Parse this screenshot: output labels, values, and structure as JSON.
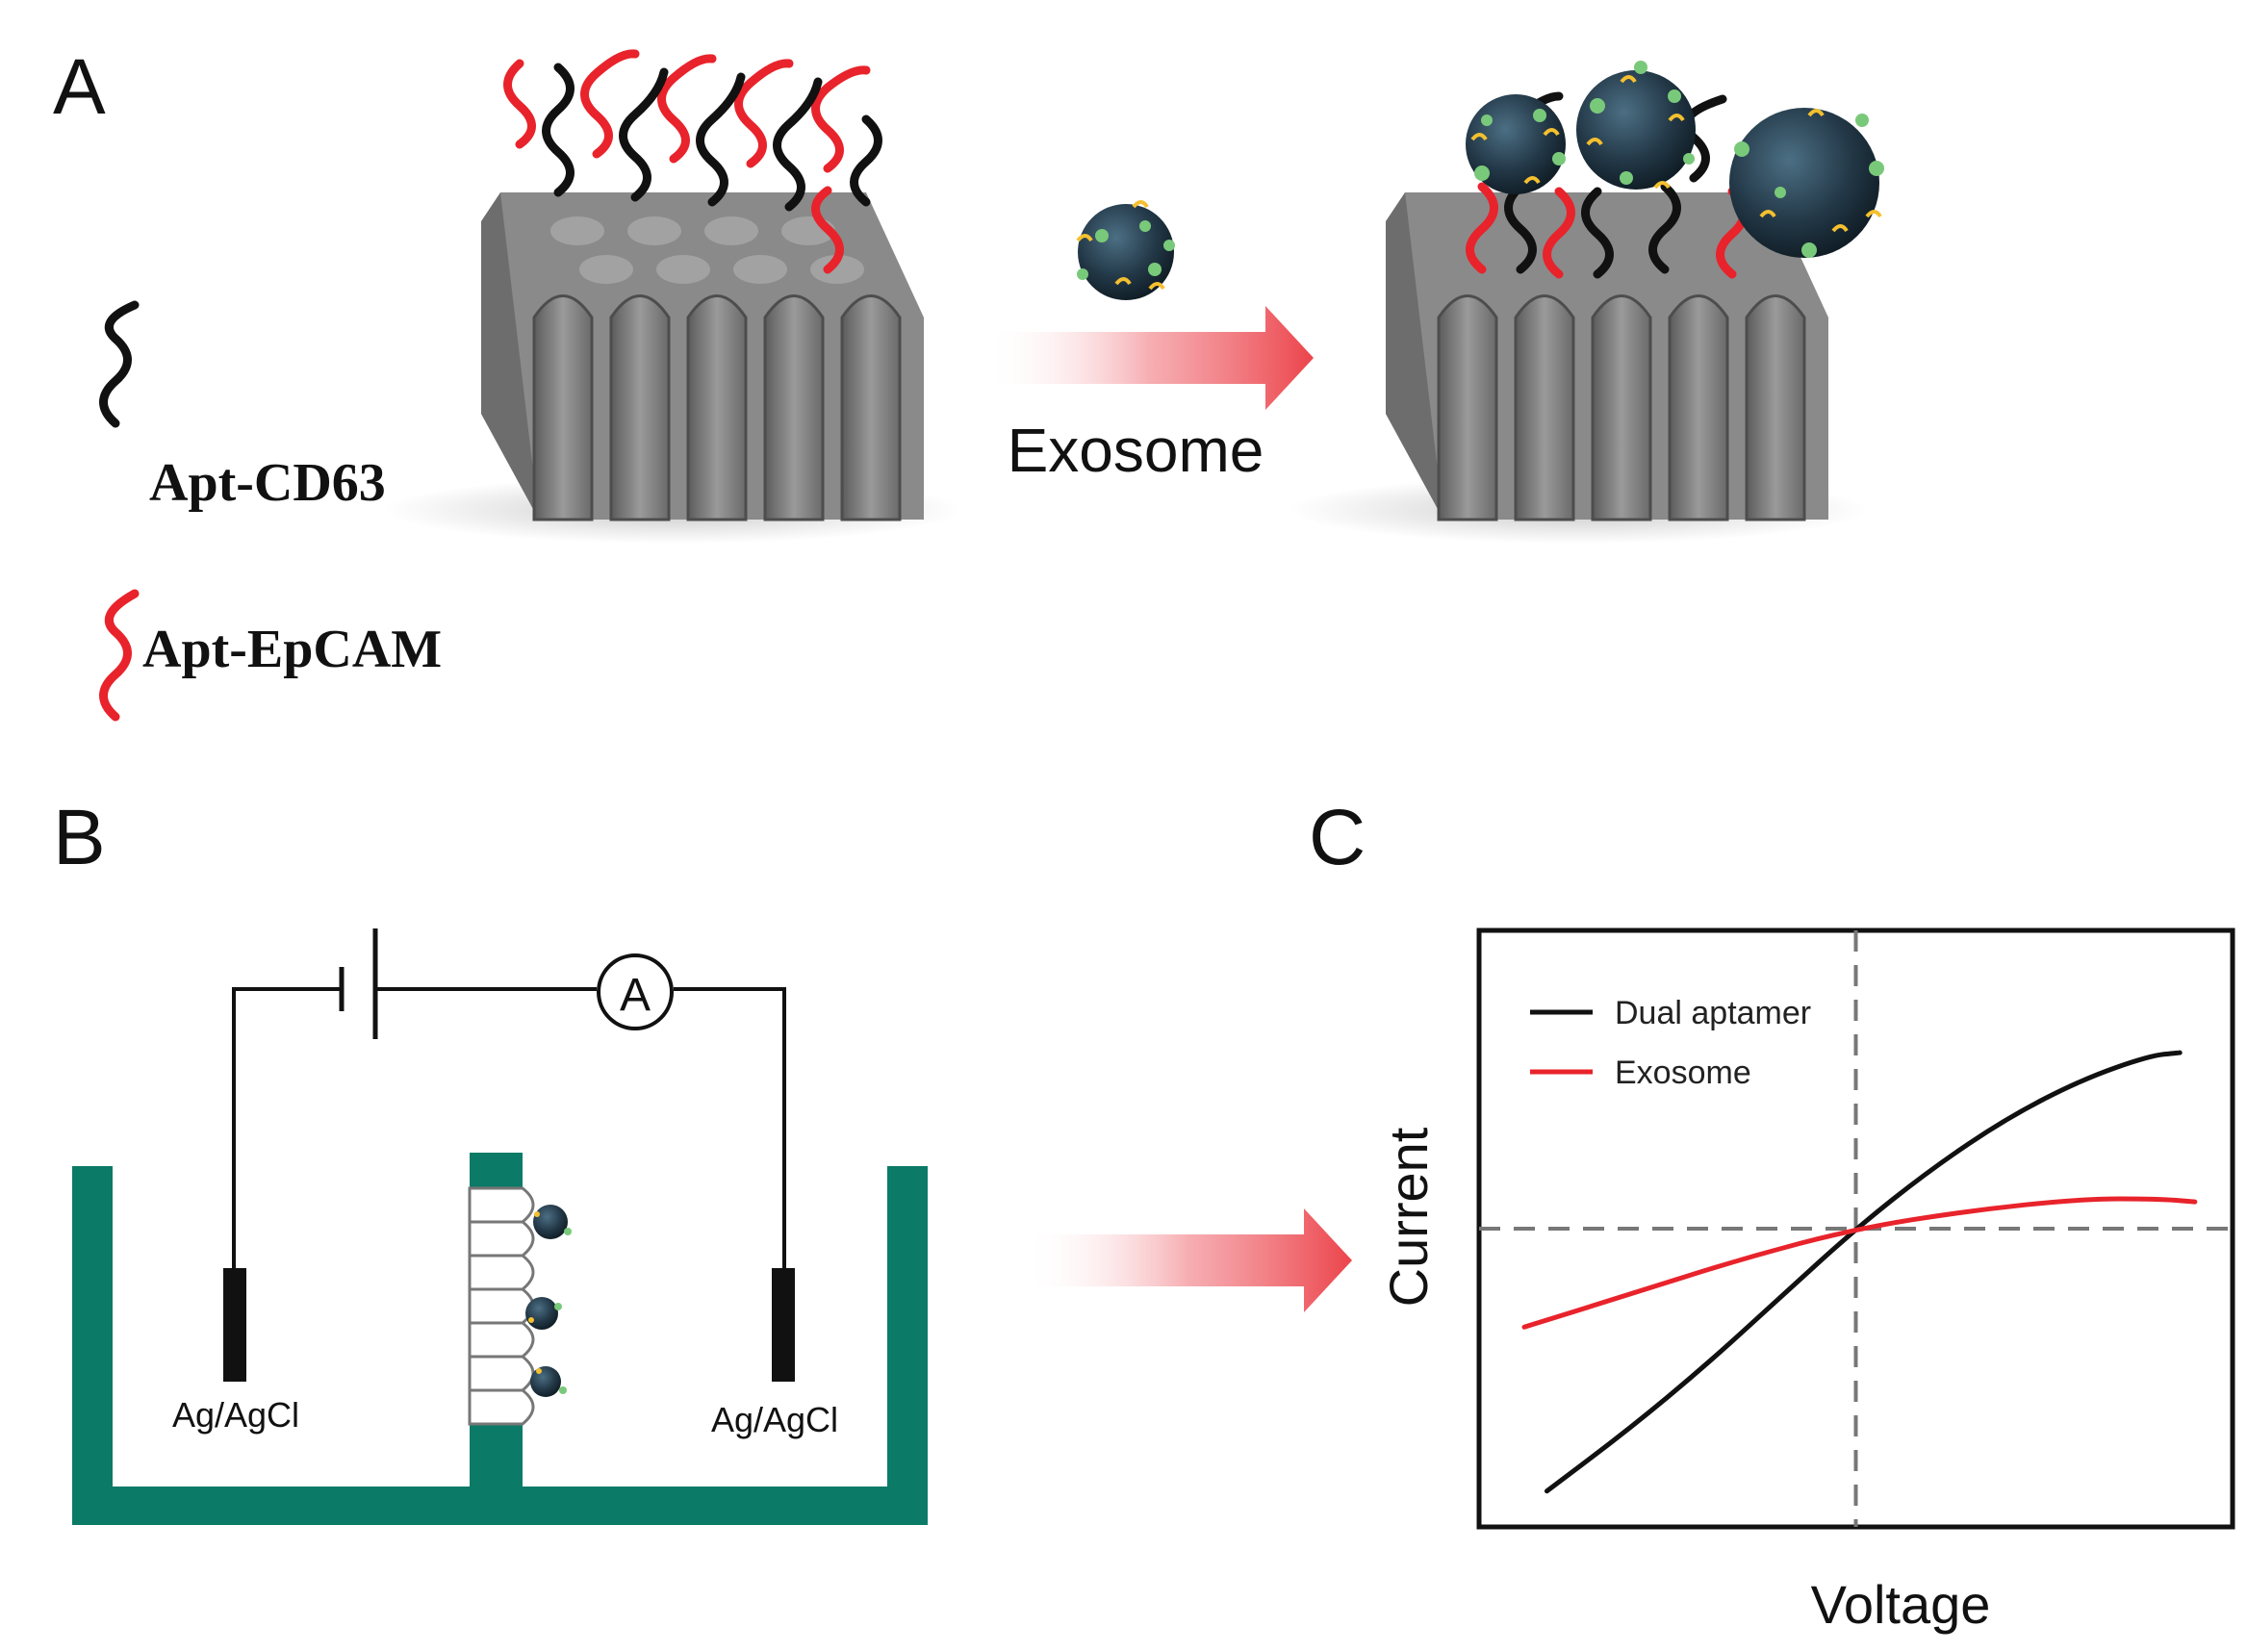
{
  "panels": {
    "a": {
      "label": "A",
      "arrow_label": "Exosome",
      "legend": [
        {
          "label": "Apt-CD63",
          "color": "#111111"
        },
        {
          "label": "Apt-EpCAM",
          "color": "#e8232b"
        }
      ]
    },
    "b": {
      "label": "B",
      "ammeter_label": "A",
      "left_electrode": "Ag/AgCl",
      "right_electrode": "Ag/AgCl",
      "cell_color": "#0b7a66"
    },
    "c": {
      "label": "C",
      "xlabel": "Voltage",
      "ylabel": "Current"
    }
  },
  "chart_data": {
    "type": "line",
    "title": "",
    "xlabel": "Voltage",
    "ylabel": "Current",
    "xlim": [
      -1,
      1
    ],
    "ylim": [
      -1,
      1
    ],
    "grid": false,
    "reference_lines": [
      "x=0 dashed",
      "y=0 dashed"
    ],
    "legend_position": "top-left",
    "series": [
      {
        "name": "Dual aptamer",
        "color": "#111111",
        "x": [
          -0.82,
          -0.6,
          -0.4,
          -0.2,
          0.0,
          0.2,
          0.4,
          0.6,
          0.78,
          0.86
        ],
        "y": [
          -0.88,
          -0.67,
          -0.46,
          -0.23,
          0.0,
          0.2,
          0.37,
          0.5,
          0.58,
          0.59
        ]
      },
      {
        "name": "Exosome",
        "color": "#e8232b",
        "x": [
          -0.88,
          -0.6,
          -0.3,
          0.0,
          0.3,
          0.6,
          0.8,
          0.9
        ],
        "y": [
          -0.33,
          -0.22,
          -0.1,
          0.0,
          0.06,
          0.1,
          0.1,
          0.09
        ]
      }
    ]
  }
}
